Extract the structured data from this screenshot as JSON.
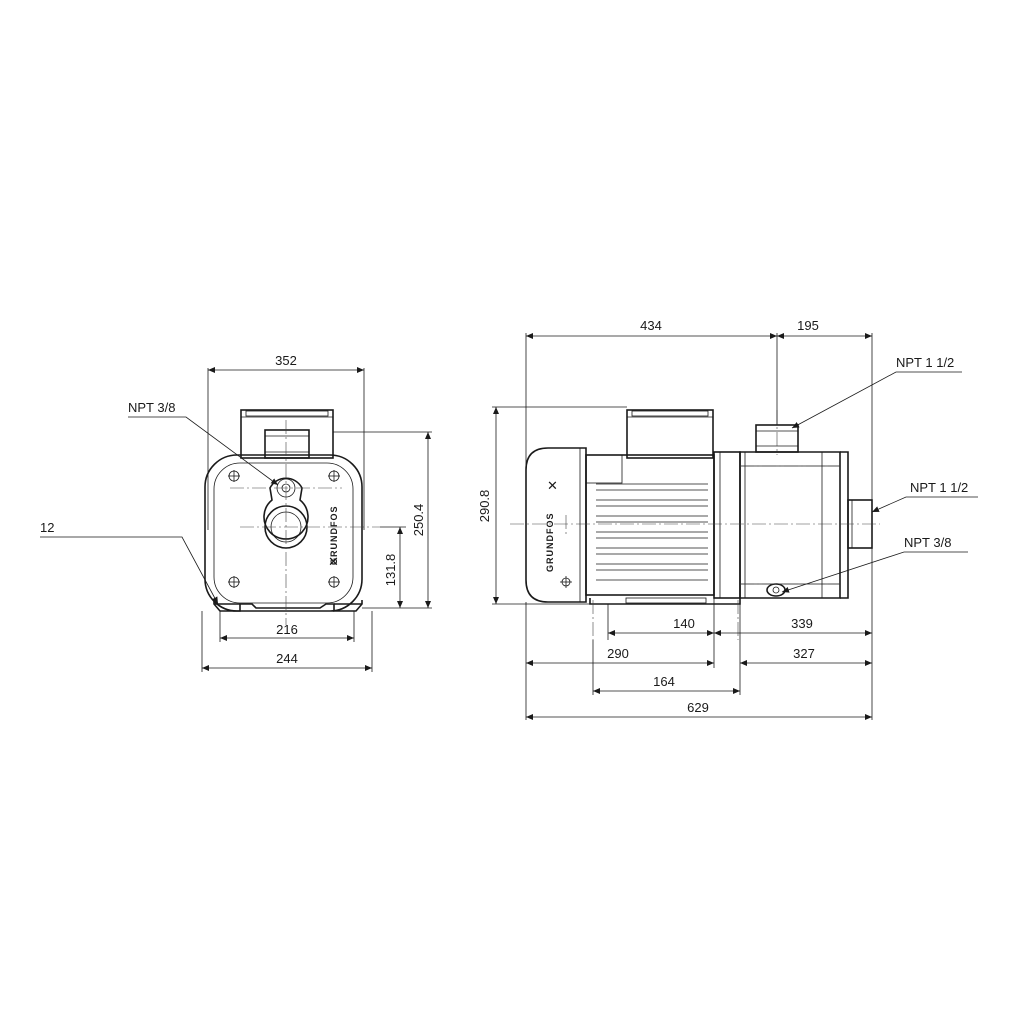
{
  "brand": "GRUNDFOS",
  "front_view": {
    "width_top": "352",
    "height_total": "250.4",
    "height_axis": "131.8",
    "foot_inner": "216",
    "foot_outer": "244",
    "foot_thickness": "12",
    "port_drain": "NPT 3/8"
  },
  "side_view": {
    "length_motor": "434",
    "length_pump": "195",
    "height": "290.8",
    "foot_to_flange": "140",
    "flange_to_end": "339",
    "motor_to_foot": "290",
    "foot_to_end": "327",
    "foot_spacing": "164",
    "length_total": "629",
    "port_outlet": "NPT 1 1/2",
    "port_inlet": "NPT 1 1/2",
    "port_drain": "NPT 3/8"
  }
}
